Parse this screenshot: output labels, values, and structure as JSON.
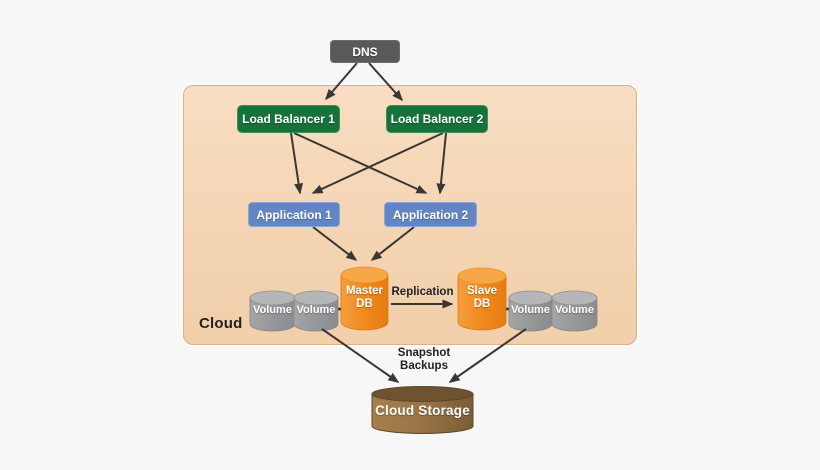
{
  "nodes": {
    "dns": {
      "label": "DNS"
    },
    "load_balancer_1": {
      "label": "Load Balancer 1"
    },
    "load_balancer_2": {
      "label": "Load Balancer 2"
    },
    "application_1": {
      "label": "Application 1"
    },
    "application_2": {
      "label": "Application 2"
    },
    "master_db": {
      "label": "Master\nDB"
    },
    "slave_db": {
      "label": "Slave\nDB"
    },
    "volumes": [
      "Volume",
      "Volume",
      "Volume",
      "Volume"
    ],
    "cloud_storage": {
      "label": "Cloud Storage"
    },
    "cloud_group": {
      "label": "Cloud"
    }
  },
  "edge_labels": {
    "replication": "Replication",
    "snapshot": "Snapshot\nBackups"
  },
  "edges": [
    {
      "from": "DNS",
      "to": "Load Balancer 1"
    },
    {
      "from": "DNS",
      "to": "Load Balancer 2"
    },
    {
      "from": "Load Balancer 1",
      "to": "Application 1"
    },
    {
      "from": "Load Balancer 1",
      "to": "Application 2"
    },
    {
      "from": "Load Balancer 2",
      "to": "Application 1"
    },
    {
      "from": "Load Balancer 2",
      "to": "Application 2"
    },
    {
      "from": "Application 1",
      "to": "Master DB"
    },
    {
      "from": "Application 2",
      "to": "Master DB"
    },
    {
      "from": "Master DB",
      "to": "Slave DB",
      "label": "Replication"
    },
    {
      "from": "Master DB Volumes",
      "to": "Cloud Storage",
      "label": "Snapshot Backups"
    },
    {
      "from": "Slave DB Volumes",
      "to": "Cloud Storage",
      "label": "Snapshot Backups"
    }
  ],
  "colors": {
    "background": "#f7f7f8",
    "cloud_box_fill": "#f4d4b2",
    "cloud_box_border": "#d9b28a",
    "dns_box": "#58595b",
    "load_balancer_box": "#17713a",
    "application_box": "#6286c3",
    "db_cylinder": "#ef8a1e",
    "volume_cylinder": "#97989b",
    "storage_cylinder": "#8a683f",
    "arrow": "#3a3632",
    "label_text": "#231f20"
  }
}
